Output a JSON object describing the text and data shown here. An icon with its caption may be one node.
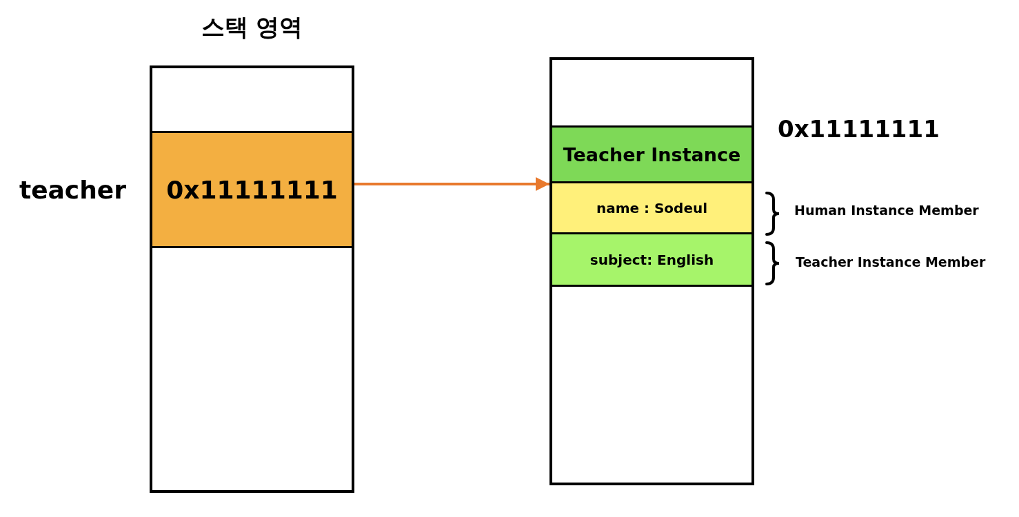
{
  "diagram": {
    "nodes": [
      {
        "text": [
          "스택 영역"
        ]
      },
      {
        "text": [
          "0x11111111"
        ],
        "in": 0,
        "beside": [
          "teacher"
        ]
      },
      {
        "text": [],
        "shape": "box"
      },
      {
        "text": [
          "Teacher Instance"
        ],
        "in": 2,
        "beside": [
          "0x11111111"
        ]
      },
      {
        "text": [
          "name : Sodeul"
        ],
        "in": 2,
        "beside": [
          "Human Instance Member"
        ]
      },
      {
        "text": [
          "subject: English"
        ],
        "in": 2,
        "beside": [
          "Teacher Instance Member"
        ]
      }
    ],
    "edges": [
      {
        "from": 1,
        "to": 2,
        "arrow": "to",
        "color": "#e8792d"
      }
    ]
  }
}
